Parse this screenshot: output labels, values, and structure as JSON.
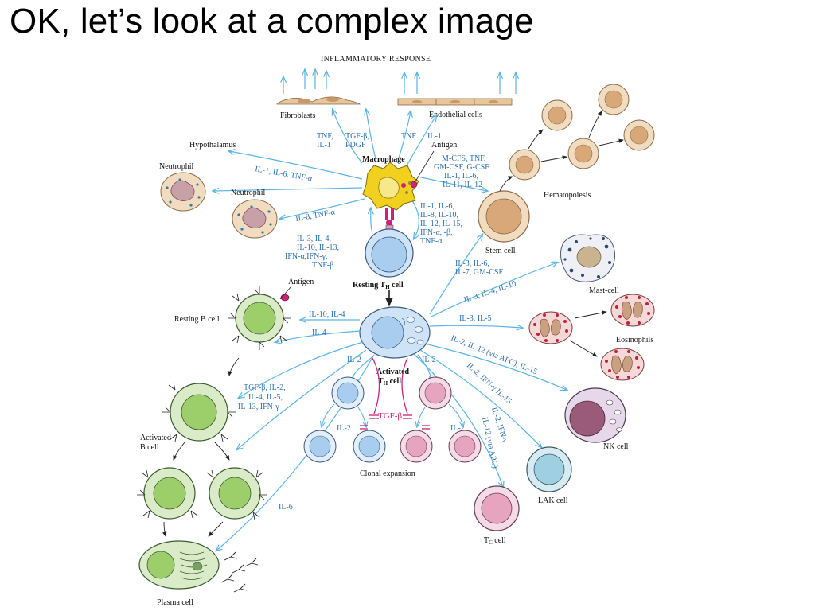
{
  "slide": {
    "title": "OK, let’s look at a complex image"
  },
  "header": {
    "inflammatory": "INFLAMMATORY RESPONSE"
  },
  "cells": {
    "fibroblasts": "Fibroblasts",
    "endothelial": "Endothelial cells",
    "hypothalamus": "Hypothalamus",
    "macrophage": "Macrophage",
    "antigen_top": "Antigen",
    "neutrophil_1": "Neutrophil",
    "neutrophil_2": "Neutrophil",
    "hematopoiesis": "Hematopoiesis",
    "stem_cell": "Stem cell",
    "resting_th_main": "Resting T",
    "resting_th_sub": "H",
    "resting_th_tail": " cell",
    "antigen_b": "Antigen",
    "resting_b": "Resting B cell",
    "mast_cell": "Mast-cell",
    "eosinophils": "Eosinophils",
    "activated_th_1": "Activated",
    "activated_th_2": "T",
    "activated_th_sub": "H",
    "activated_th_tail": " cell",
    "activated_b_1": "Activated",
    "activated_b_2": "B cell",
    "nk_cell": "NK cell",
    "lak_cell": "LAK cell",
    "tc_main": "T",
    "tc_sub": "C",
    "tc_tail": " cell",
    "clonal": "Clonal expansion",
    "plasma_cell": "Plasma cell"
  },
  "cytokines": {
    "tnf_il1_a": "TNF,",
    "tnf_il1_b": "IL-1",
    "tgf_pdgf_a": "TGF-β,",
    "tgf_pdgf_b": "PDGF",
    "tnf_c": "TNF",
    "il1_c": "IL-1",
    "mcfs_1": "M-CFS, TNF,",
    "mcfs_2": "GM-CSF, G-CSF",
    "mcfs_3": "IL-1, IL-6,",
    "mcfs_4": "IL-11, IL-12",
    "il1_il6_tnf": "IL-1, IL-6, TNF-α",
    "il8_tnf": "IL-8, TNF-α",
    "mac_th_1": "IL-1, IL-6,",
    "mac_th_2": "IL-8, IL-10,",
    "mac_th_3": "IL-12, IL-15,",
    "mac_th_4": "IFN-α, -β,",
    "mac_th_5": "TNF-α",
    "th_mac_1": "IL-3, IL-4,",
    "th_mac_2": "IL-10, IL-13,",
    "th_mac_3": "IFN-α,IFN-γ,",
    "th_mac_4": "TNF-β",
    "stem_1": "IL-3, IL-6,",
    "stem_2": "IL-7, GM-CSF",
    "mast": "IL-3, IL-4, IL-10",
    "eos": "IL-3, IL-5",
    "nk": "IL-2, IL-12 (via APC), IL-15",
    "lak": "IL-2, IFN-γ IL-15",
    "tc_1": "IL-2, IFN-γ",
    "tc_2": "IL-12 (via APC)",
    "b_rest": "IL-10, IL-4",
    "b_il4": "IL-4",
    "b_act_1": "TGF-β, IL-2,",
    "b_act_2": "IL-4, IL-5,",
    "b_act_3": "IL-13, IFN-γ",
    "il2_left": "IL-2",
    "il2_right": "IL-2",
    "il2_cl_left": "IL-2",
    "il2_cl_right": "IL-2",
    "tgf_center": "TGF-β",
    "il6": "IL-6"
  },
  "colors": {
    "arrow": "#5ab4e6",
    "label": "#2a6fb0",
    "tan_fill": "#e9c69a",
    "tan_nucleus": "#d9a878",
    "blue_cell": "#cfe3f7",
    "green_nucleus": "#9ccf6a",
    "pink_cell": "#e7a4bf",
    "macrophage": "#f2d020",
    "magenta": "#cc2277"
  }
}
